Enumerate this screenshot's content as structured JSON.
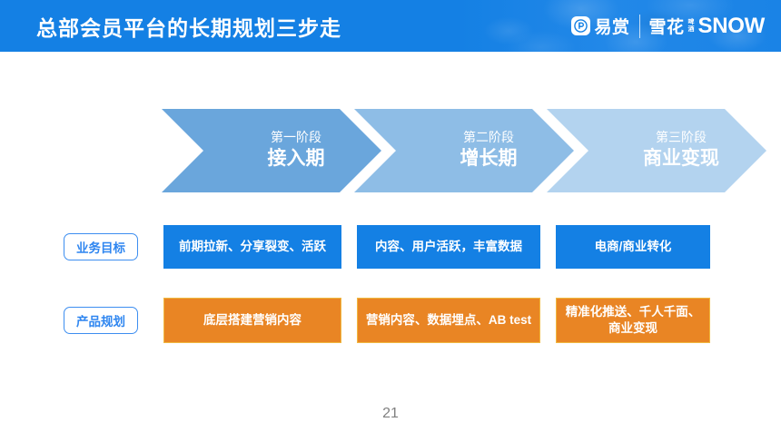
{
  "header": {
    "title": "总部会员平台的长期规划三步走",
    "brand_left_text": "易赏",
    "brand_mark_icon": "p-circle-rounded-square-icon",
    "brand_cn": "雪花",
    "brand_stack_top": "啤",
    "brand_stack_bottom": "酒",
    "brand_en": "SNOW",
    "background_color": "#1480e4"
  },
  "stages": [
    {
      "sub": "第一阶段",
      "main": "接入期",
      "color": "#6aa6dc"
    },
    {
      "sub": "第二阶段",
      "main": "增长期",
      "color": "#8ebde6"
    },
    {
      "sub": "第三阶段",
      "main": "商业变现",
      "color": "#b3d3ef"
    }
  ],
  "rows": [
    {
      "label": "业务目标",
      "accent": "#1480e4",
      "cells": [
        "前期拉新、分享裂变、活跃",
        "内容、用户活跃，丰富数据",
        "电商/商业转化"
      ]
    },
    {
      "label": "产品规划",
      "accent": "#e98524",
      "cells": [
        "底层搭建营销内容",
        "营销内容、数据埋点、AB test",
        "精准化推送、千人千面、商业变现"
      ]
    }
  ],
  "footer": {
    "page_number": "21"
  }
}
